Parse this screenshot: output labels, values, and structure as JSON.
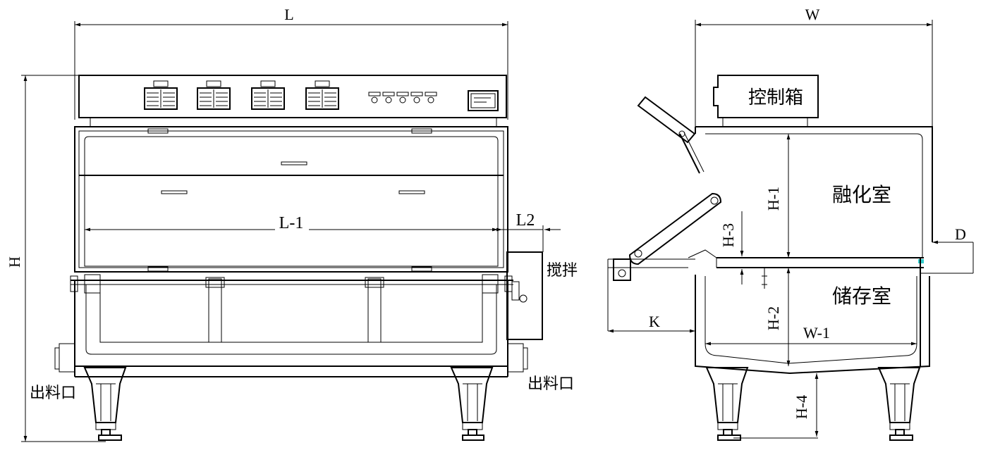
{
  "front_view": {
    "dim_L": "L",
    "dim_H": "H",
    "dim_L1": "L-1",
    "dim_L2": "L2",
    "stirring_label": "搅拌",
    "outlet_left_label": "出料口",
    "outlet_right_label": "出料口"
  },
  "side_view": {
    "dim_W": "W",
    "control_box_label": "控制箱",
    "melting_chamber_label": "融化室",
    "storage_chamber_label": "储存室",
    "dim_H1": "H-1",
    "dim_H2": "H-2",
    "dim_H3": "H-3",
    "dim_H4": "H-4",
    "dim_W1": "W-1",
    "dim_D": "D",
    "dim_K": "K"
  }
}
